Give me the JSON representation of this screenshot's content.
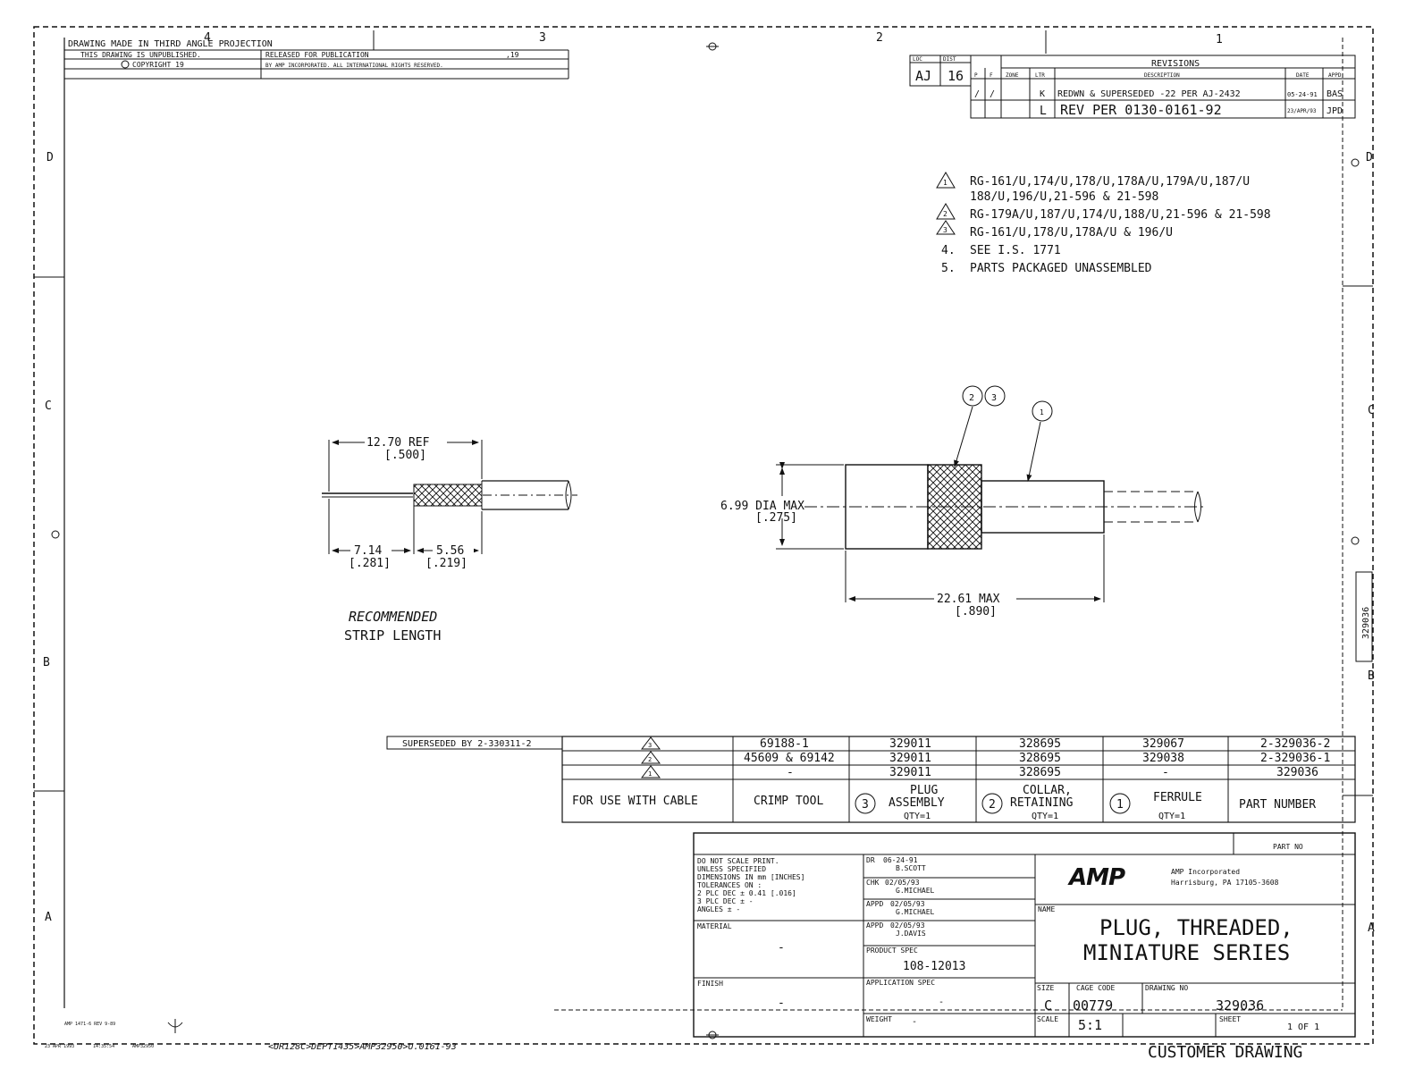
{
  "header": {
    "projection": "DRAWING MADE IN THIRD ANGLE PROJECTION",
    "unpublished": "THIS DRAWING IS UNPUBLISHED.",
    "copyright": "COPYRIGHT 19",
    "released": "RELEASED FOR PUBLICATION",
    "released_year": ",19",
    "rights": "BY AMP INCORPORATED. ALL INTERNATIONAL RIGHTS RESERVED."
  },
  "zones": {
    "top": [
      "4",
      "3",
      "2",
      "1"
    ],
    "left": [
      "D",
      "C",
      "B",
      "A"
    ],
    "right": [
      "D",
      "C",
      "B",
      "A"
    ]
  },
  "loc": {
    "loc_label": "LOC",
    "loc_value": "AJ",
    "dist_label": "DIST",
    "dist_value": "16"
  },
  "revisions": {
    "title": "REVISIONS",
    "headers": [
      "P",
      "F",
      "ZONE",
      "LTR",
      "DESCRIPTION",
      "DATE",
      "APPD"
    ],
    "rows": [
      {
        "p": "/",
        "f": "/",
        "zone": "",
        "ltr": "K",
        "desc": "REDWN & SUPERSEDED -22 PER AJ-2432",
        "date": "05-24-91",
        "appd": "BAS"
      },
      {
        "p": "",
        "f": "",
        "zone": "",
        "ltr": "L",
        "desc": "REV PER 0130-0161-92",
        "date": "23/APR/93",
        "appd": "JPD"
      }
    ]
  },
  "notes": [
    {
      "marker": "1",
      "lines": [
        "RG-161/U,174/U,178/U,178A/U,179A/U,187/U",
        "188/U,196/U,21-596 & 21-598"
      ]
    },
    {
      "marker": "2",
      "lines": [
        "RG-179A/U,187/U,174/U,188/U,21-596 & 21-598"
      ]
    },
    {
      "marker": "3",
      "lines": [
        "RG-161/U,178/U,178A/U & 196/U"
      ]
    },
    {
      "marker": "4.",
      "lines": [
        "SEE I.S. 1771"
      ]
    },
    {
      "marker": "5.",
      "lines": [
        "PARTS PACKAGED UNASSEMBLED"
      ]
    }
  ],
  "strip": {
    "ref_dim": "12.70 REF",
    "ref_dim_in": "[.500]",
    "dim_a": "7.14",
    "dim_a_in": "[.281]",
    "dim_b": "5.56",
    "dim_b_in": "[.219]",
    "caption_1": "RECOMMENDED",
    "caption_2": "STRIP LENGTH"
  },
  "plug": {
    "dia": "6.99 DIA MAX",
    "dia_in": "[.275]",
    "len": "22.61 MAX",
    "len_in": "[.890]",
    "balloon_a": "2",
    "balloon_b": "3",
    "balloon_c": "1"
  },
  "parts_table": {
    "superseded": "SUPERSEDED BY 2-330311-2",
    "rows": [
      {
        "cable": "3",
        "crimp": "69188-1",
        "plug": "329011",
        "collar": "328695",
        "ferrule": "329067",
        "part": "2-329036-2"
      },
      {
        "cable": "2",
        "crimp": "45609 & 69142",
        "plug": "329011",
        "collar": "328695",
        "ferrule": "329038",
        "part": "2-329036-1"
      },
      {
        "cable": "1",
        "crimp": "-",
        "plug": "329011",
        "collar": "328695",
        "ferrule": "-",
        "part": "329036"
      }
    ],
    "headers": {
      "cable": "FOR USE WITH CABLE",
      "crimp": "CRIMP TOOL",
      "plug_num": "3",
      "plug_1": "PLUG",
      "plug_2": "ASSEMBLY",
      "plug_qty": "QTY=1",
      "collar_num": "2",
      "collar_1": "COLLAR,",
      "collar_2": "RETAINING",
      "collar_qty": "QTY=1",
      "ferrule_num": "1",
      "ferrule_1": "FERRULE",
      "ferrule_qty": "QTY=1",
      "part": "PART NUMBER"
    }
  },
  "title_block": {
    "part_no_label": "PART NO",
    "spec_lines": [
      "DO NOT SCALE PRINT.",
      "UNLESS SPECIFIED",
      "DIMENSIONS IN mm [INCHES]",
      "TOLERANCES  ON :",
      "2 PLC DEC ± 0.41 [.016]",
      "3 PLC DEC ± -",
      "ANGLES     ± -"
    ],
    "material_label": "MATERIAL",
    "material_value": "-",
    "finish_label": "FINISH",
    "finish_value": "-",
    "dr": "DR",
    "dr_date": "06-24-91",
    "dr_name": "B.SCOTT",
    "chk": "CHK",
    "chk_date": "02/05/93",
    "chk_name": "G.MICHAEL",
    "appd1": "APPD",
    "appd1_date": "02/05/93",
    "appd1_name": "G.MICHAEL",
    "appd2": "APPD",
    "appd2_date": "02/05/93",
    "appd2_name": "J.DAVIS",
    "product_spec_label": "PRODUCT SPEC",
    "product_spec": "108-12013",
    "application_spec_label": "APPLICATION SPEC",
    "application_spec": "-",
    "weight_label": "WEIGHT",
    "weight_value": "-",
    "logo": "AMP",
    "company_1": "AMP Incorporated",
    "company_2": "Harrisburg, PA 17105-3608",
    "name_label": "NAME",
    "name_1": "PLUG, THREADED,",
    "name_2": "MINIATURE SERIES",
    "size_label": "SIZE",
    "size": "C",
    "cage_label": "CAGE CODE",
    "cage": "00779",
    "dwg_label": "DRAWING NO",
    "dwg": "329036",
    "scale_label": "SCALE",
    "scale": "5:1",
    "sheet_label": "SHEET",
    "sheet": "1 OF 1",
    "customer": "CUSTOMER DRAWING"
  },
  "side_tab": "329036",
  "footer": {
    "form": "AMP 1471-6 REV 9-89",
    "stamp_date": "23 APR 1993",
    "stamp_time": "14:35:54",
    "stamp_id": "AMP32950",
    "path": "<UR128C>DEPT1435>AMP32950>U.0161-93"
  }
}
